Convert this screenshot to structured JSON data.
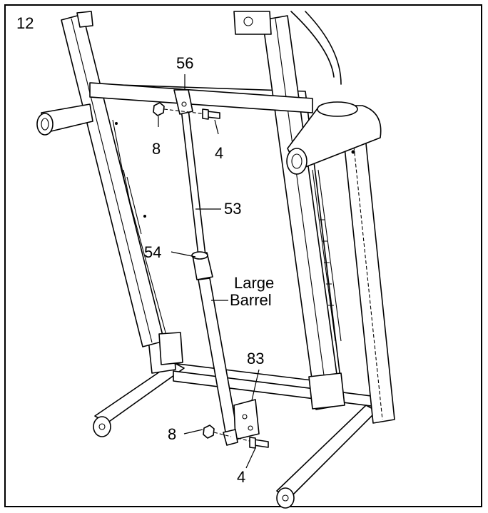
{
  "step_number": "12",
  "callouts": {
    "part_56": "56",
    "part_8_top": "8",
    "part_4_top": "4",
    "part_53": "53",
    "part_54": "54",
    "large_barrel_line1": "Large",
    "large_barrel_line2": "Barrel",
    "part_83": "83",
    "part_8_bottom": "8",
    "part_4_bottom": "4"
  }
}
